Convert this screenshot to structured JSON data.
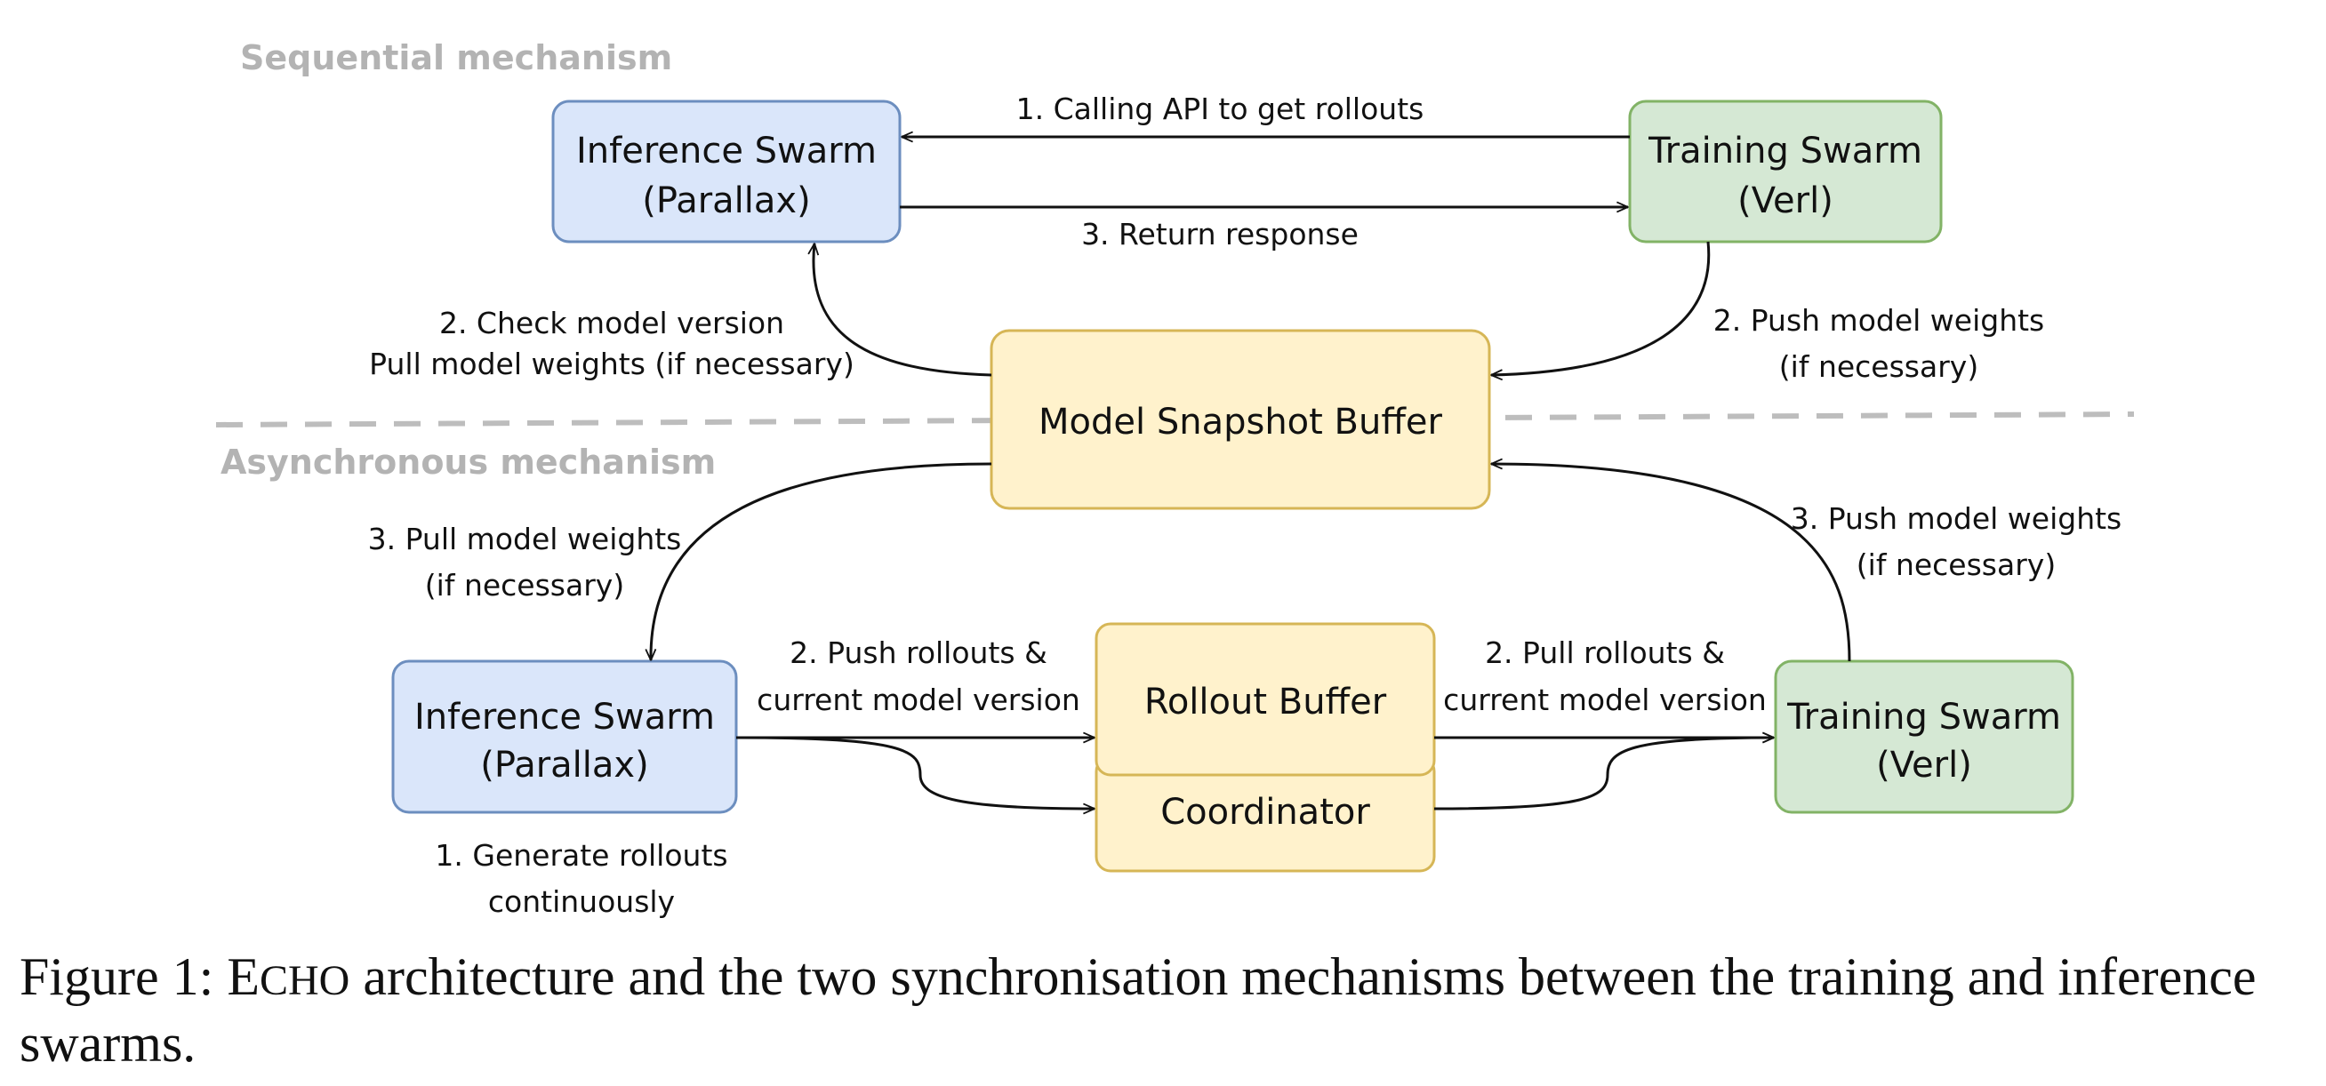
{
  "sections": {
    "sequential": "Sequential mechanism",
    "asynchronous": "Asynchronous mechanism"
  },
  "nodes": {
    "inference_top": {
      "line1": "Inference Swarm",
      "line2": "(Parallax)"
    },
    "training_top": {
      "line1": "Training Swarm",
      "line2": "(Verl)"
    },
    "snapshot": {
      "label": "Model Snapshot Buffer"
    },
    "inference_bottom": {
      "line1": "Inference Swarm",
      "line2": "(Parallax)"
    },
    "rollout_buffer": {
      "label": "Rollout Buffer"
    },
    "coordinator": {
      "label": "Coordinator"
    },
    "training_bottom": {
      "line1": "Training Swarm",
      "line2": "(Verl)"
    }
  },
  "edges": {
    "calling_api": "1. Calling API to get rollouts",
    "return_response": "3. Return response",
    "check_version_1": "2. Check model version",
    "check_version_2": "Pull model weights (if necessary)",
    "push_weights_top_1": "2. Push model weights",
    "push_weights_top_2": "(if necessary)",
    "pull_weights_bottom_1": "3. Pull model weights",
    "pull_weights_bottom_2": "(if necessary)",
    "push_weights_bottom_1": "3. Push model weights",
    "push_weights_bottom_2": "(if necessary)",
    "push_rollouts_1": "2. Push rollouts &",
    "push_rollouts_2": "current model version",
    "pull_rollouts_1": "2. Pull rollouts &",
    "pull_rollouts_2": "current model version",
    "generate_1": "1. Generate rollouts",
    "generate_2": "continuously"
  },
  "caption": {
    "prefix": "Figure 1: ",
    "name_first": "E",
    "name_rest": "CHO",
    "text": " architecture and the two synchronisation mechanisms between the training and inference swarms."
  },
  "colors": {
    "inference_fill": "#dae6fa",
    "inference_stroke": "#6c8ebf",
    "training_fill": "#d5e8d4",
    "training_stroke": "#82b366",
    "buffer_fill": "#fff2cc",
    "buffer_stroke": "#d6b656",
    "divider": "#bdbdbd"
  }
}
